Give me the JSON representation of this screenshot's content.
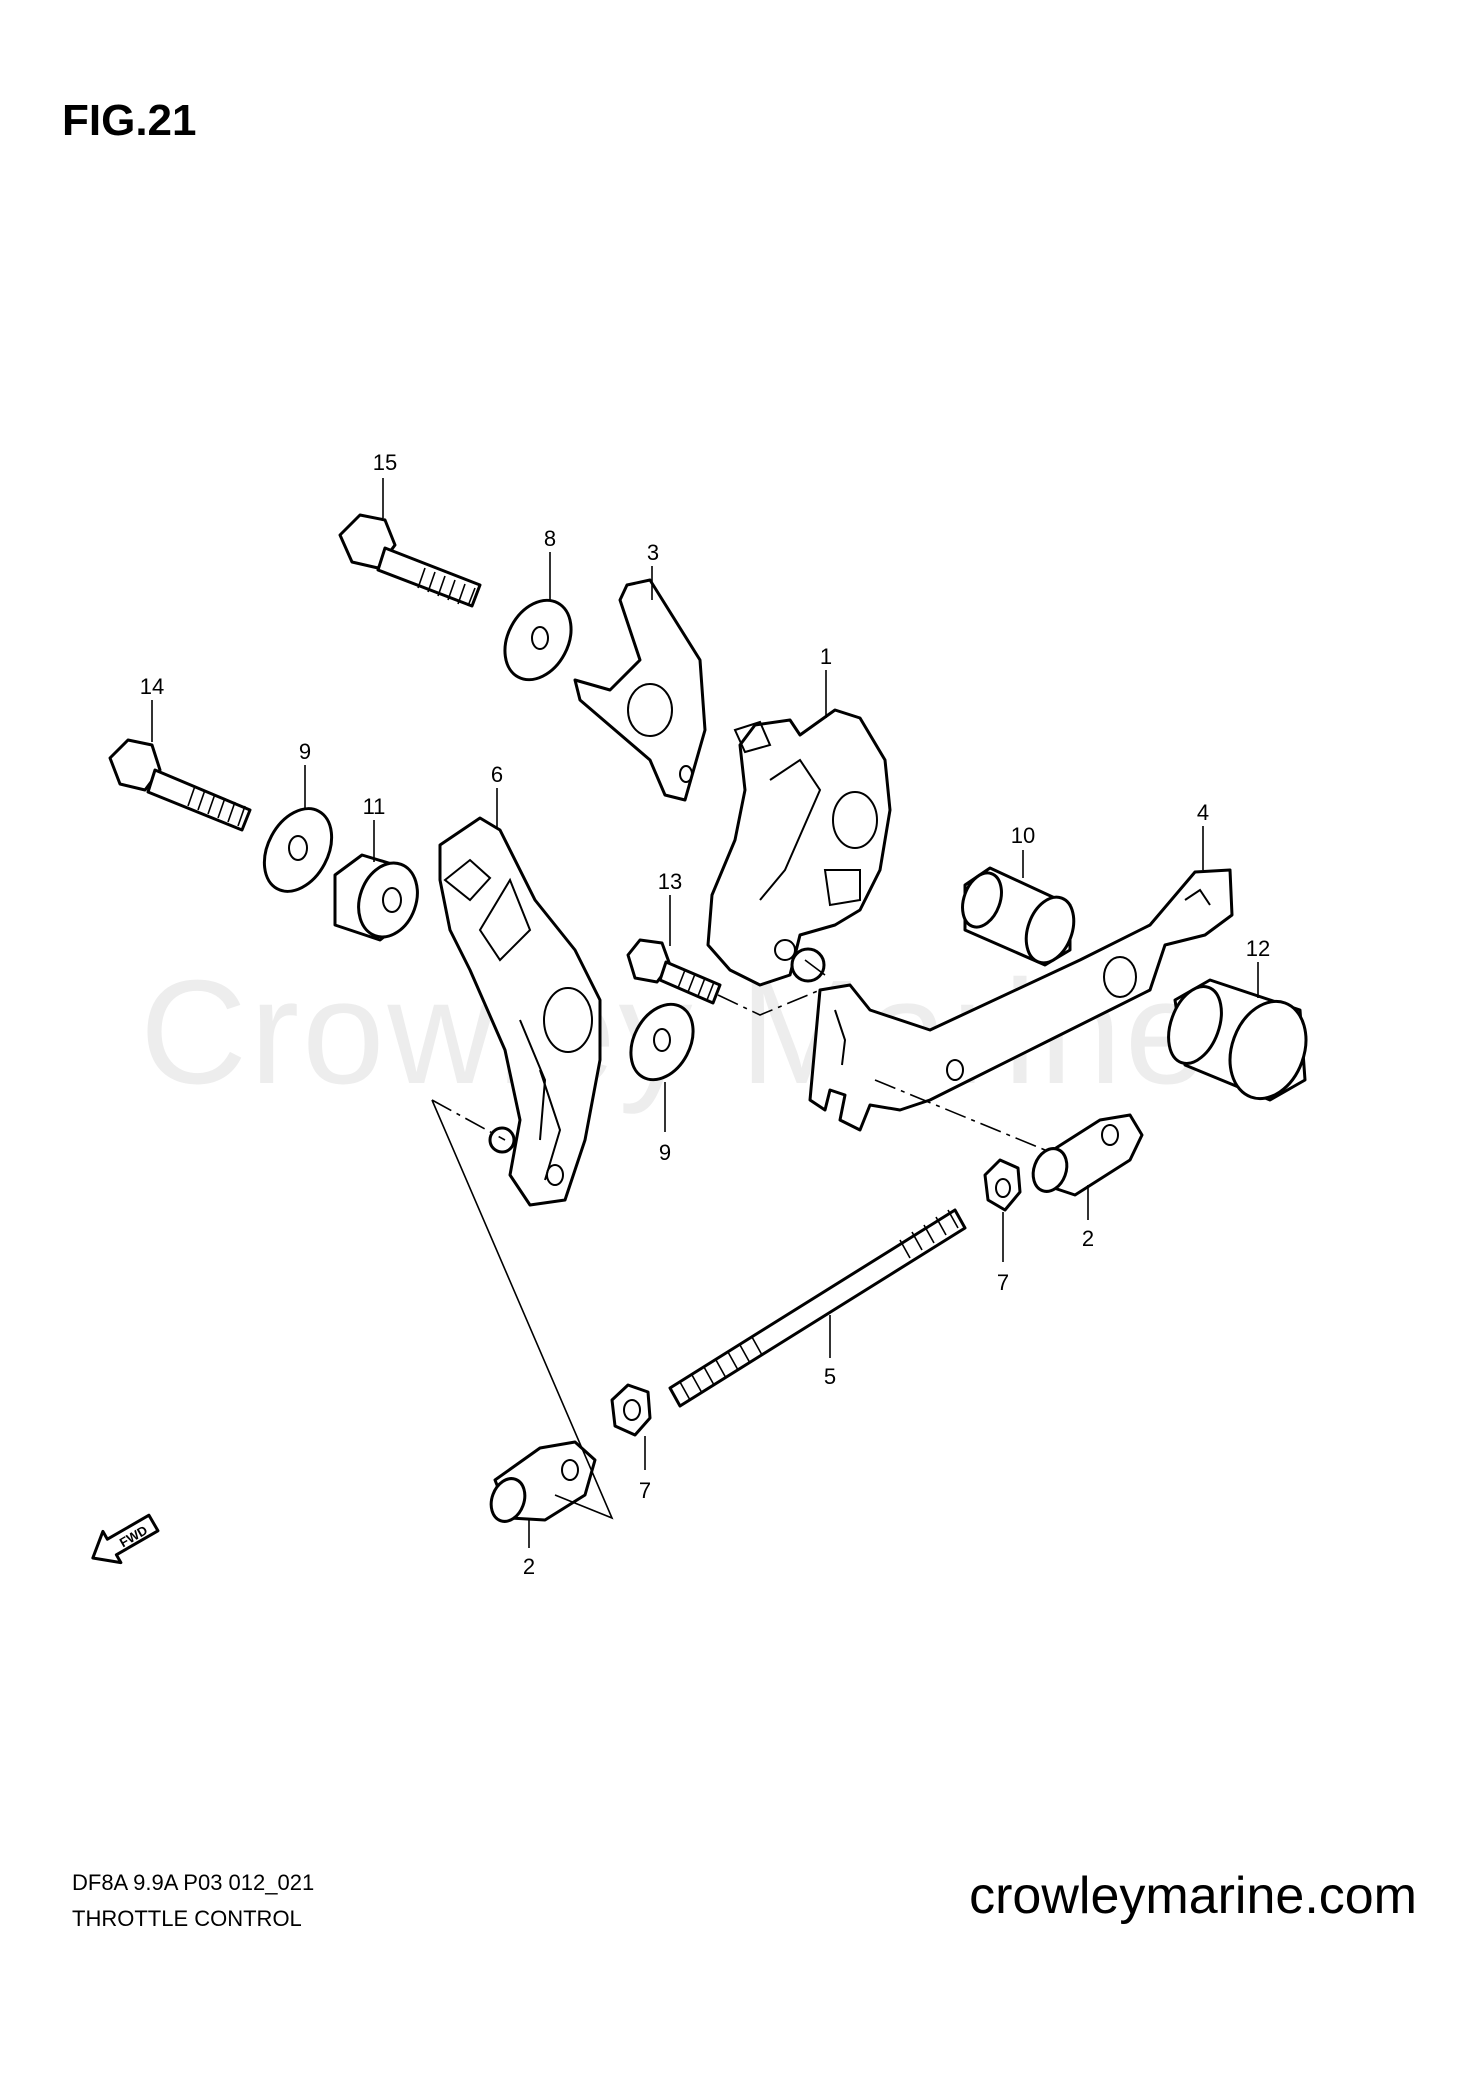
{
  "figure": {
    "title": "FIG.21"
  },
  "watermark": {
    "text": "Crowley Marine"
  },
  "callouts": [
    {
      "part": "1",
      "label": "1"
    },
    {
      "part": "2a",
      "label": "2"
    },
    {
      "part": "2b",
      "label": "2"
    },
    {
      "part": "3",
      "label": "3"
    },
    {
      "part": "4",
      "label": "4"
    },
    {
      "part": "5",
      "label": "5"
    },
    {
      "part": "6",
      "label": "6"
    },
    {
      "part": "7a",
      "label": "7"
    },
    {
      "part": "7b",
      "label": "7"
    },
    {
      "part": "8",
      "label": "8"
    },
    {
      "part": "9a",
      "label": "9"
    },
    {
      "part": "9b",
      "label": "9"
    },
    {
      "part": "10",
      "label": "10"
    },
    {
      "part": "11",
      "label": "11"
    },
    {
      "part": "12",
      "label": "12"
    },
    {
      "part": "13",
      "label": "13"
    },
    {
      "part": "14",
      "label": "14"
    },
    {
      "part": "15",
      "label": "15"
    }
  ],
  "fwd_arrow": {
    "label": "FWD"
  },
  "footer": {
    "code": "DF8A  9.9A  P03  012_021",
    "caption": "THROTTLE CONTROL",
    "site": "crowleymarine.com"
  },
  "colors": {
    "line": "#000000",
    "background": "#ffffff",
    "watermark": "#ededed"
  }
}
